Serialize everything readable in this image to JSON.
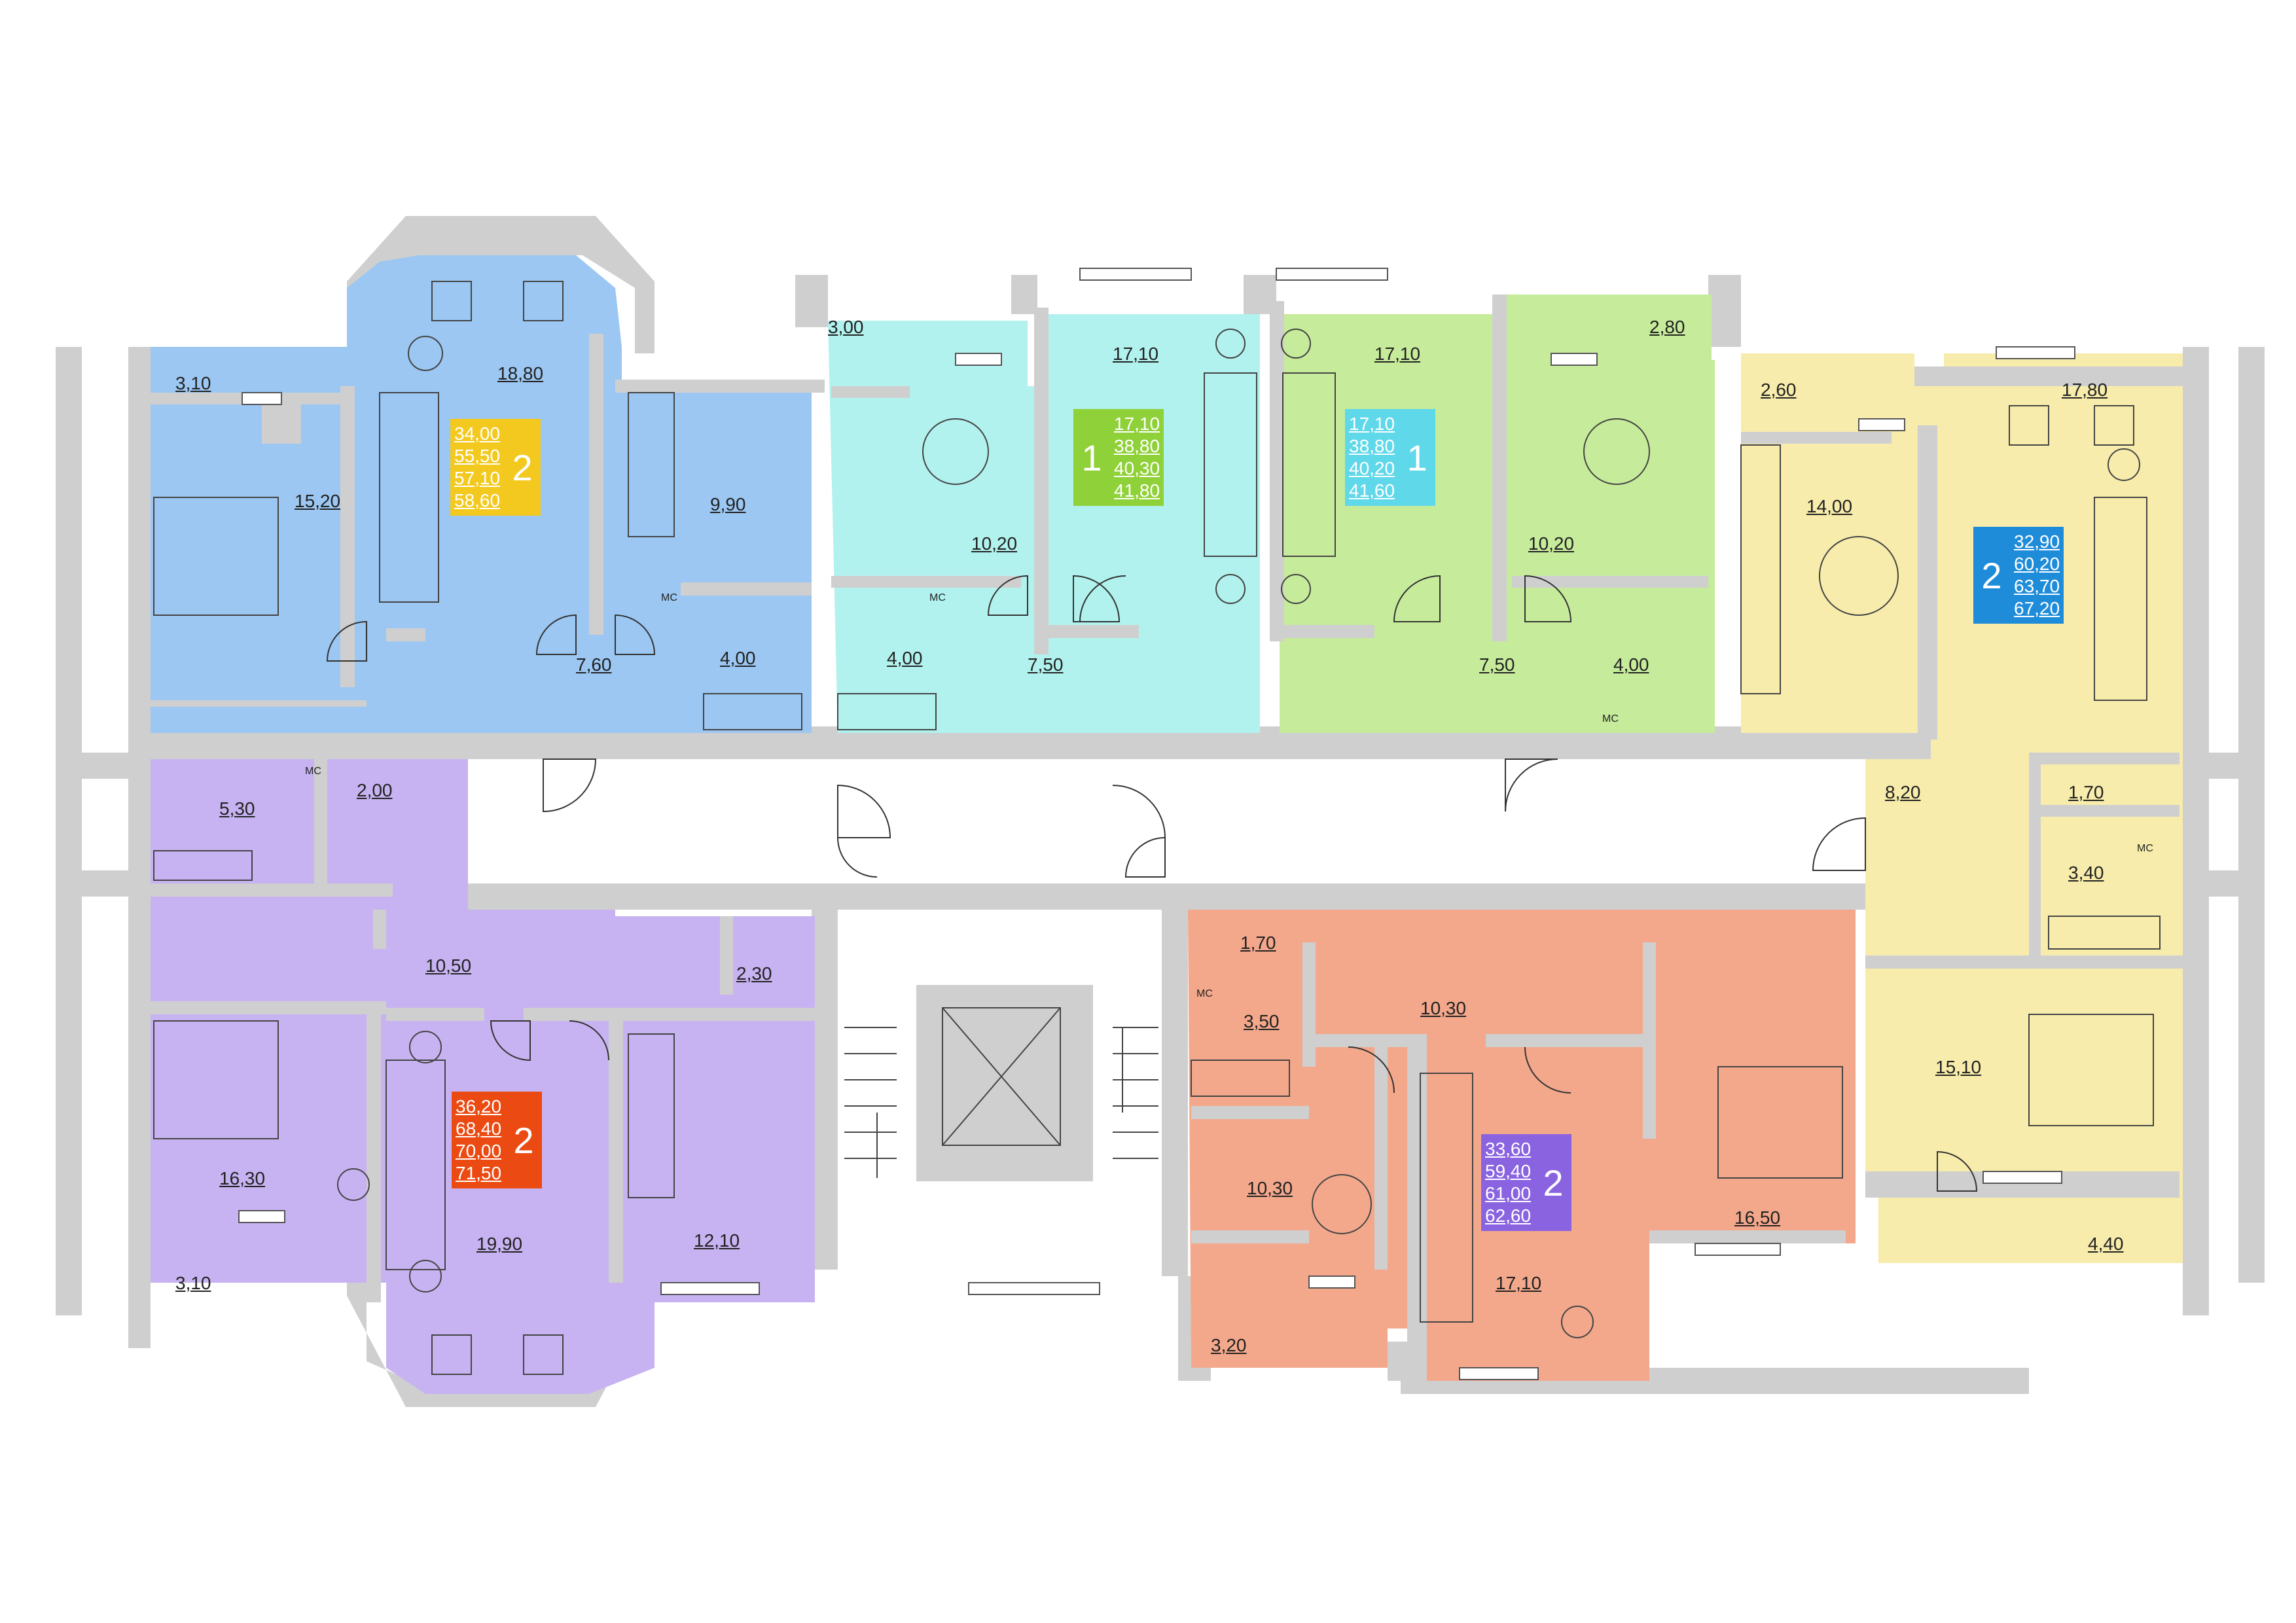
{
  "colors": {
    "blue": "#9cc7f2",
    "cyan": "#b1f2ee",
    "green": "#c6ec9b",
    "yellow": "#f7ecab",
    "purple": "#c7b3f1",
    "orange": "#f3a88c",
    "wall": "#cfcfcf",
    "badge_blue_apt": "#f3c91f",
    "badge_cyan_apt": "#8fd138",
    "badge_green_apt": "#5fd8ea",
    "badge_yellow_apt": "#1f8cd9",
    "badge_purple_apt": "#eb4b12",
    "badge_orange_apt": "#8a63e0"
  },
  "apartments": [
    {
      "id": "blue",
      "rooms": "2",
      "areas": [
        "34,00",
        "55,50",
        "57,10",
        "58,60"
      ],
      "room_areas": [
        "3,10",
        "18,80",
        "15,20",
        "9,90",
        "7,60",
        "4,00"
      ]
    },
    {
      "id": "cyan",
      "rooms": "1",
      "areas": [
        "17,10",
        "38,80",
        "40,30",
        "41,80"
      ],
      "room_areas": [
        "3,00",
        "17,10",
        "10,20",
        "4,00",
        "7,50"
      ]
    },
    {
      "id": "green",
      "rooms": "1",
      "areas": [
        "17,10",
        "38,80",
        "40,20",
        "41,60"
      ],
      "room_areas": [
        "17,10",
        "2,80",
        "10,20",
        "7,50",
        "4,00"
      ]
    },
    {
      "id": "yellow",
      "rooms": "2",
      "areas": [
        "32,90",
        "60,20",
        "63,70",
        "67,20"
      ],
      "room_areas": [
        "2,60",
        "17,80",
        "14,00",
        "8,20",
        "1,70",
        "3,40",
        "15,10",
        "4,40"
      ]
    },
    {
      "id": "purple",
      "rooms": "2",
      "areas": [
        "36,20",
        "68,40",
        "70,00",
        "71,50"
      ],
      "room_areas": [
        "5,30",
        "2,00",
        "10,50",
        "2,30",
        "16,30",
        "12,10",
        "19,90",
        "3,10"
      ]
    },
    {
      "id": "orange",
      "rooms": "2",
      "areas": [
        "33,60",
        "59,40",
        "61,00",
        "62,60"
      ],
      "room_areas": [
        "1,70",
        "10,30",
        "3,50",
        "10,30",
        "17,10",
        "16,50",
        "3,20"
      ]
    }
  ],
  "fixture_labels": {
    "toilet_code": "MC",
    "cross": "x"
  }
}
